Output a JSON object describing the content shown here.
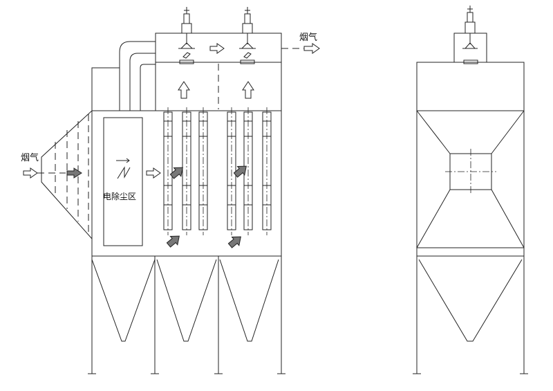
{
  "labels": {
    "flue_gas_inlet": "烟气",
    "flue_gas_outlet": "烟气",
    "esp_zone": "电除尘区"
  },
  "colors": {
    "line": "#222222",
    "filled_arrow": "#777777",
    "background": "#ffffff"
  },
  "icons": {
    "esp_symbol": "esp-voltage-icon"
  }
}
